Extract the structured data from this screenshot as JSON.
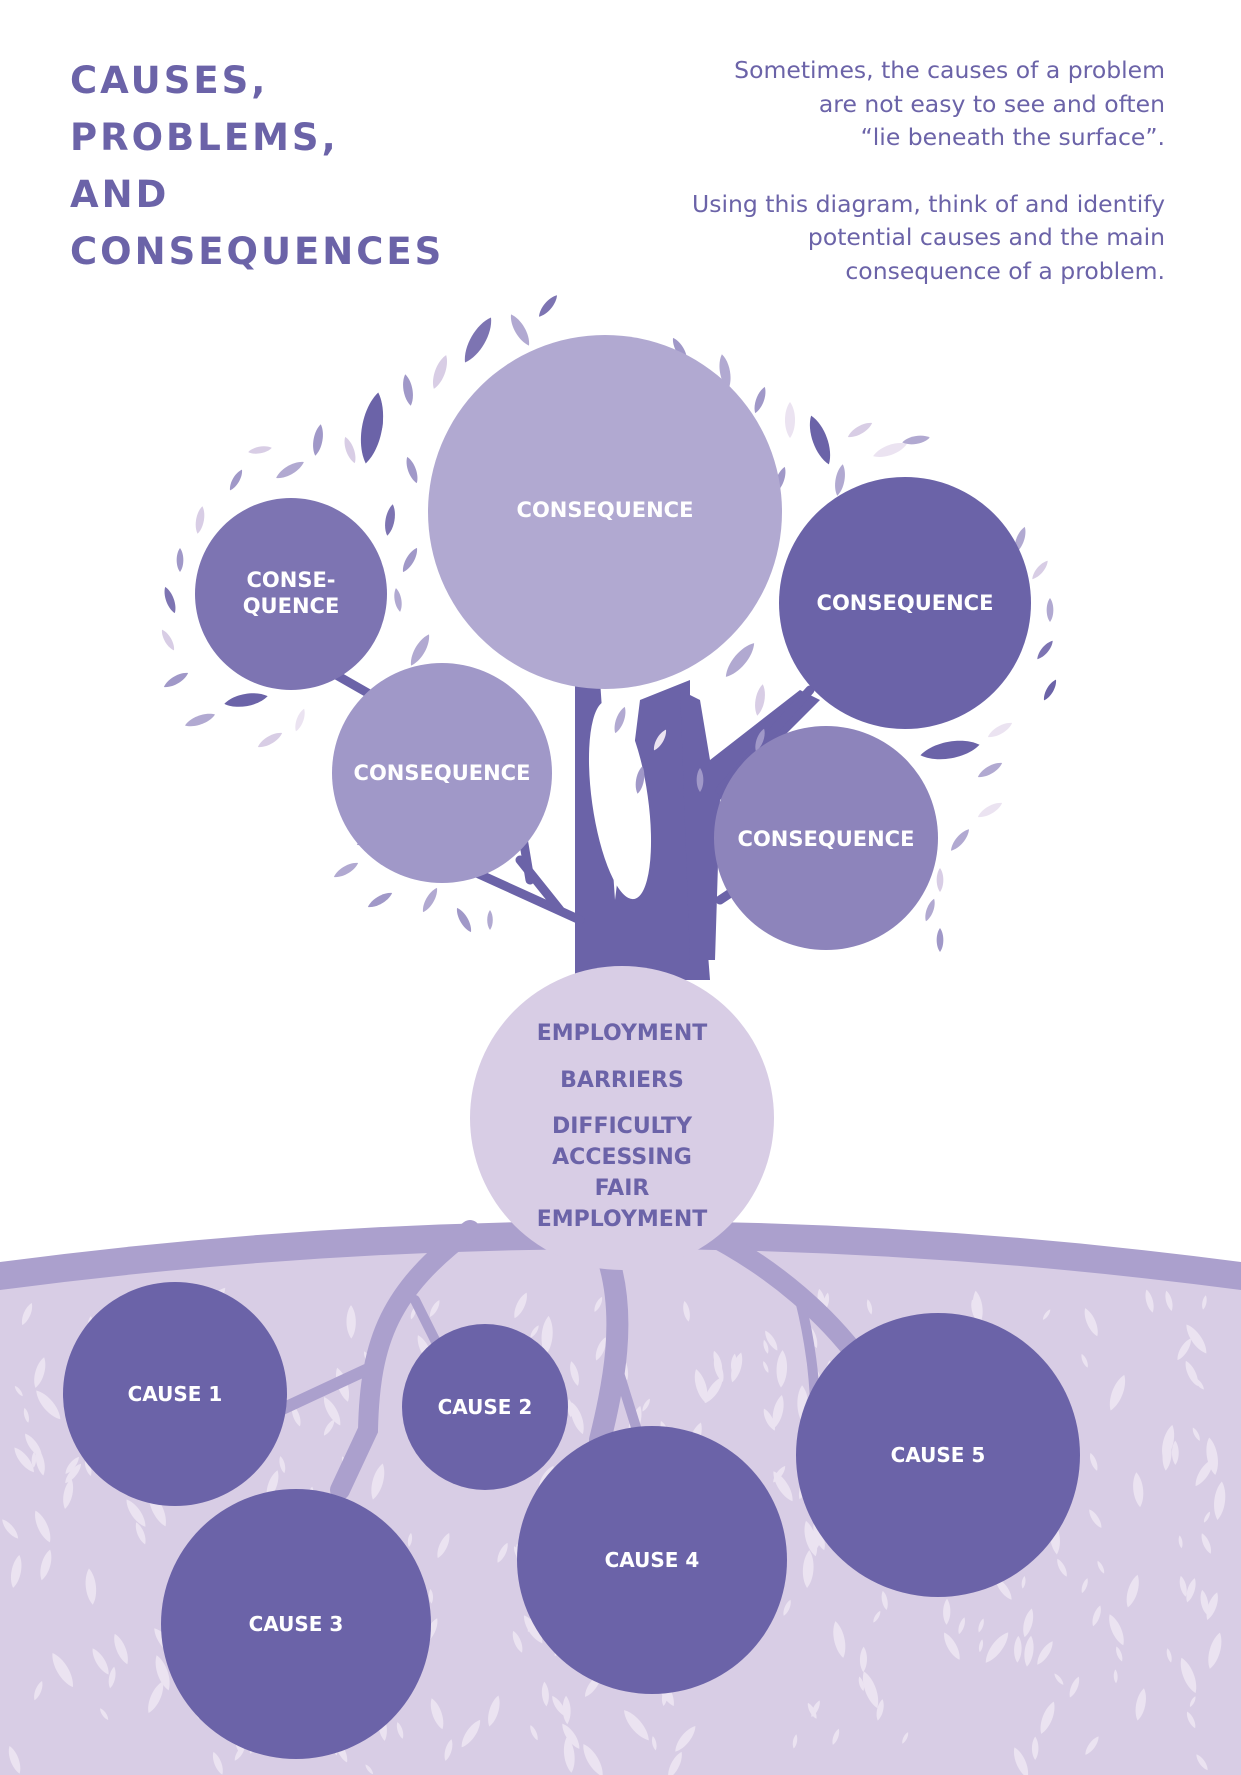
{
  "title": {
    "lines": [
      "Causes, problems,",
      "and consequences"
    ]
  },
  "intro": {
    "paragraph1": [
      "Sometimes, the causes of a problem",
      "are not easy to see and often",
      "“lie beneath the surface”."
    ],
    "paragraph2": [
      "Using this diagram, think of and identify",
      "potential causes and the main",
      "consequence of a problem."
    ]
  },
  "colors": {
    "dark": "#6b63a8",
    "mid": "#7d74b2",
    "medium": "#a098c8",
    "light": "#b1a9d1",
    "pale": "#d8cde5",
    "soil_band": "#aba0cd",
    "soil": "#d8cde5",
    "speck": "#ebe3f1"
  },
  "consequences": [
    {
      "label": "CONSEQUENCE",
      "lines": [
        "CONSEQUENCE"
      ]
    },
    {
      "label": "CONSE-QUENCE",
      "lines": [
        "CONSE-",
        "QUENCE"
      ]
    },
    {
      "label": "CONSEQUENCE",
      "lines": [
        "CONSEQUENCE"
      ]
    },
    {
      "label": "CONSEQUENCE",
      "lines": [
        "CONSEQUENCE"
      ]
    },
    {
      "label": "CONSEQUENCE",
      "lines": [
        "CONSEQUENCE"
      ]
    }
  ],
  "problem": {
    "heading": "EMPLOYMENT",
    "subheading": "BARRIERS",
    "description": [
      "DIFFICULTY",
      "ACCESSING",
      "FAIR",
      "EMPLOYMENT"
    ]
  },
  "causes": [
    {
      "label": "CAUSE 1"
    },
    {
      "label": "CAUSE 2"
    },
    {
      "label": "CAUSE 3"
    },
    {
      "label": "CAUSE 4"
    },
    {
      "label": "CAUSE 5"
    }
  ]
}
